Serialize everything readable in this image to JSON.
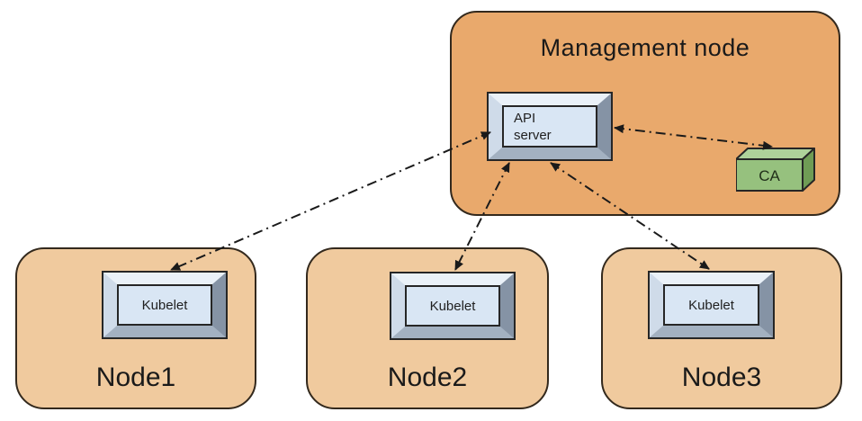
{
  "diagram": {
    "management_node": {
      "label": "Management node",
      "api_server_label": "API\nserver",
      "ca_label": "CA"
    },
    "worker_nodes": [
      {
        "label": "Node1",
        "component_label": "Kubelet"
      },
      {
        "label": "Node2",
        "component_label": "Kubelet"
      },
      {
        "label": "Node3",
        "component_label": "Kubelet"
      }
    ],
    "connections": [
      {
        "from": "API server",
        "to": "Kubelet (Node1)",
        "bidirectional": true,
        "line_style": "dash-dot"
      },
      {
        "from": "API server",
        "to": "Kubelet (Node2)",
        "bidirectional": true,
        "line_style": "dash-dot"
      },
      {
        "from": "API server",
        "to": "Kubelet (Node3)",
        "bidirectional": true,
        "line_style": "dash-dot"
      },
      {
        "from": "API server",
        "to": "CA",
        "bidirectional": true,
        "line_style": "dash-dot"
      }
    ],
    "colors": {
      "management_node_fill": "#e9a96c",
      "worker_node_fill": "#f0ca9e",
      "component_face": "#d9e6f4",
      "ca_front": "#96c17e",
      "ca_top": "#aed29a",
      "ca_side": "#6f9c55",
      "outline": "#33291d",
      "arrow": "#1a1a1a"
    }
  }
}
